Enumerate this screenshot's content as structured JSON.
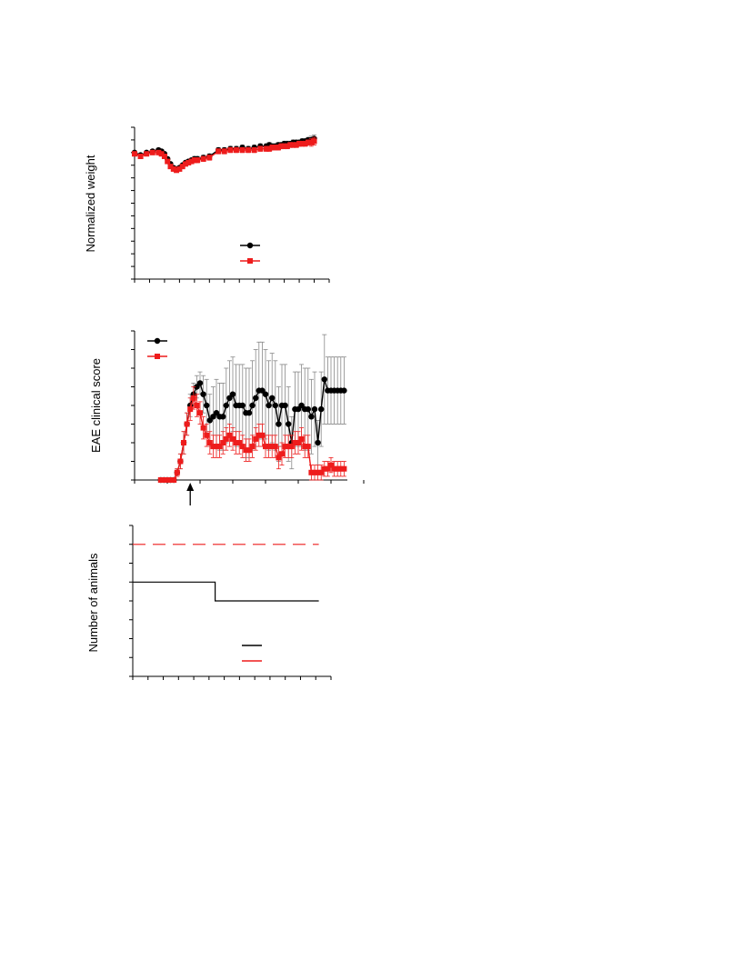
{
  "colors": {
    "black": "#000000",
    "red": "#ee1c1c",
    "err_grey": "#888888",
    "err_red": "#ee1c1c"
  },
  "chart_data": [
    {
      "type": "line",
      "ylabel": "Normalized weight",
      "xlim": [
        0,
        65
      ],
      "ylim": [
        0,
        1.2
      ],
      "x_tick_step": 5,
      "y_tick_step": 0.1,
      "error_bars": true,
      "legend": "lower-center",
      "series": [
        {
          "marker": "circle",
          "color": "#000000",
          "x": [
            0,
            2,
            4,
            6,
            8,
            9,
            10,
            11,
            12,
            13,
            14,
            15,
            16,
            17,
            18,
            19,
            20,
            21,
            23,
            25,
            28,
            30,
            32,
            34,
            36,
            38,
            40,
            42,
            44,
            45,
            46,
            47,
            48,
            49,
            50,
            51,
            52,
            53,
            54,
            55,
            56,
            57,
            58,
            59,
            60
          ],
          "y": [
            1.0,
            0.98,
            1.0,
            1.01,
            1.02,
            1.01,
            0.99,
            0.95,
            0.91,
            0.88,
            0.87,
            0.88,
            0.9,
            0.92,
            0.93,
            0.94,
            0.95,
            0.95,
            0.96,
            0.97,
            1.02,
            1.02,
            1.03,
            1.03,
            1.04,
            1.03,
            1.04,
            1.05,
            1.05,
            1.06,
            1.05,
            1.05,
            1.06,
            1.06,
            1.07,
            1.07,
            1.07,
            1.08,
            1.08,
            1.08,
            1.09,
            1.09,
            1.1,
            1.1,
            1.11
          ],
          "err": [
            0.01,
            0.01,
            0.01,
            0.01,
            0.01,
            0.01,
            0.01,
            0.01,
            0.01,
            0.01,
            0.01,
            0.01,
            0.01,
            0.01,
            0.01,
            0.01,
            0.02,
            0.02,
            0.02,
            0.02,
            0.02,
            0.02,
            0.02,
            0.02,
            0.02,
            0.02,
            0.02,
            0.02,
            0.02,
            0.02,
            0.02,
            0.02,
            0.02,
            0.02,
            0.02,
            0.02,
            0.02,
            0.02,
            0.02,
            0.02,
            0.02,
            0.02,
            0.02,
            0.03,
            0.03
          ]
        },
        {
          "marker": "square",
          "color": "#ee1c1c",
          "x": [
            0,
            2,
            4,
            6,
            8,
            9,
            10,
            11,
            12,
            13,
            14,
            15,
            16,
            17,
            18,
            19,
            20,
            21,
            23,
            25,
            28,
            30,
            32,
            34,
            36,
            38,
            40,
            42,
            44,
            45,
            46,
            47,
            48,
            49,
            50,
            51,
            52,
            53,
            54,
            55,
            56,
            57,
            58,
            59,
            60
          ],
          "y": [
            0.99,
            0.97,
            0.99,
            1.0,
            1.0,
            0.99,
            0.97,
            0.93,
            0.89,
            0.87,
            0.86,
            0.87,
            0.89,
            0.91,
            0.92,
            0.93,
            0.94,
            0.94,
            0.95,
            0.96,
            1.01,
            1.01,
            1.02,
            1.02,
            1.02,
            1.02,
            1.02,
            1.03,
            1.03,
            1.03,
            1.04,
            1.04,
            1.04,
            1.05,
            1.05,
            1.05,
            1.06,
            1.06,
            1.06,
            1.07,
            1.07,
            1.07,
            1.08,
            1.08,
            1.09
          ],
          "err": [
            0.01,
            0.01,
            0.01,
            0.01,
            0.01,
            0.01,
            0.01,
            0.01,
            0.01,
            0.01,
            0.01,
            0.01,
            0.01,
            0.01,
            0.01,
            0.01,
            0.02,
            0.02,
            0.02,
            0.02,
            0.02,
            0.02,
            0.02,
            0.02,
            0.02,
            0.02,
            0.02,
            0.02,
            0.02,
            0.02,
            0.02,
            0.02,
            0.02,
            0.02,
            0.02,
            0.02,
            0.02,
            0.02,
            0.02,
            0.02,
            0.02,
            0.02,
            0.02,
            0.03,
            0.03
          ]
        }
      ]
    },
    {
      "type": "line",
      "ylabel": "EAE clinical score",
      "xlim": [
        0,
        65
      ],
      "ylim": [
        0,
        4
      ],
      "x_tick_step": 10,
      "y_tick_step": 0.5,
      "error_bars": true,
      "legend": "top-left",
      "annotation": {
        "type": "arrow-up",
        "x": 17
      },
      "series": [
        {
          "marker": "circle",
          "color": "#000000",
          "x": [
            8,
            9,
            10,
            11,
            12,
            13,
            14,
            15,
            16,
            17,
            18,
            19,
            20,
            21,
            22,
            23,
            24,
            25,
            26,
            27,
            28,
            29,
            30,
            31,
            32,
            33,
            34,
            35,
            36,
            37,
            38,
            39,
            40,
            41,
            42,
            43,
            44,
            45,
            46,
            47,
            48,
            49,
            50,
            51,
            52,
            53,
            54,
            55,
            56,
            57,
            58,
            59,
            60,
            61,
            62,
            63,
            64
          ],
          "y": [
            0,
            0,
            0,
            0,
            0,
            0.2,
            0.5,
            1.0,
            1.5,
            2.0,
            2.3,
            2.5,
            2.6,
            2.3,
            2.0,
            1.6,
            1.7,
            1.8,
            1.7,
            1.7,
            2.0,
            2.2,
            2.3,
            2.0,
            2.0,
            2.0,
            1.8,
            1.8,
            2.0,
            2.2,
            2.4,
            2.4,
            2.3,
            2.0,
            2.2,
            2.0,
            1.5,
            2.0,
            2.0,
            1.5,
            1.0,
            1.9,
            1.9,
            2.0,
            1.9,
            1.9,
            1.7,
            1.9,
            1.0,
            1.9,
            2.7,
            2.4,
            2.4,
            2.4,
            2.4,
            2.4,
            2.4
          ],
          "err": [
            0,
            0,
            0,
            0,
            0,
            0.1,
            0.2,
            0.3,
            0.3,
            0.3,
            0.3,
            0.3,
            0.3,
            0.5,
            0.7,
            0.7,
            0.8,
            0.9,
            0.9,
            0.9,
            1.0,
            1.0,
            1.0,
            1.1,
            1.1,
            1.1,
            1.2,
            1.2,
            1.2,
            1.3,
            1.3,
            1.3,
            1.2,
            1.2,
            1.2,
            1.2,
            1.0,
            1.1,
            1.1,
            1.0,
            0.7,
            1.0,
            1.0,
            1.1,
            1.1,
            1.1,
            1.0,
            1.0,
            0.6,
            1.0,
            1.2,
            0.9,
            0.9,
            0.9,
            0.9,
            0.9,
            0.9
          ]
        },
        {
          "marker": "square",
          "color": "#ee1c1c",
          "x": [
            8,
            9,
            10,
            11,
            12,
            13,
            14,
            15,
            16,
            17,
            18,
            19,
            20,
            21,
            22,
            23,
            24,
            25,
            26,
            27,
            28,
            29,
            30,
            31,
            32,
            33,
            34,
            35,
            36,
            37,
            38,
            39,
            40,
            41,
            42,
            43,
            44,
            45,
            46,
            47,
            48,
            49,
            50,
            51,
            52,
            53,
            54,
            55,
            56,
            57,
            58,
            59,
            60,
            61,
            62,
            63,
            64
          ],
          "y": [
            0,
            0,
            0,
            0,
            0,
            0.2,
            0.5,
            1.0,
            1.5,
            1.9,
            2.2,
            2.0,
            1.8,
            1.4,
            1.2,
            1.0,
            0.9,
            0.9,
            0.9,
            1.0,
            1.1,
            1.2,
            1.1,
            1.0,
            1.0,
            0.9,
            0.8,
            0.8,
            0.9,
            1.1,
            1.2,
            1.2,
            0.9,
            0.9,
            0.9,
            0.9,
            0.6,
            0.7,
            0.9,
            0.9,
            0.9,
            1.0,
            1.0,
            1.1,
            0.9,
            0.9,
            0.2,
            0.2,
            0.2,
            0.2,
            0.3,
            0.3,
            0.4,
            0.3,
            0.3,
            0.3,
            0.3
          ],
          "err": [
            0,
            0,
            0,
            0,
            0,
            0.1,
            0.2,
            0.3,
            0.3,
            0.3,
            0.3,
            0.3,
            0.3,
            0.3,
            0.3,
            0.3,
            0.3,
            0.3,
            0.3,
            0.3,
            0.3,
            0.3,
            0.3,
            0.3,
            0.3,
            0.3,
            0.3,
            0.3,
            0.3,
            0.3,
            0.3,
            0.3,
            0.3,
            0.3,
            0.3,
            0.3,
            0.3,
            0.3,
            0.3,
            0.3,
            0.3,
            0.3,
            0.3,
            0.3,
            0.3,
            0.3,
            0.2,
            0.2,
            0.2,
            0.2,
            0.2,
            0.2,
            0.2,
            0.2,
            0.2,
            0.2,
            0.2
          ]
        }
      ]
    },
    {
      "type": "line",
      "ylabel": "Number of animals",
      "xlim": [
        0,
        65
      ],
      "ylim": [
        0,
        8
      ],
      "x_tick_step": 5,
      "y_tick_step": 1,
      "legend": "lower-center",
      "series": [
        {
          "style": "solid",
          "color": "#000000",
          "x": [
            0,
            27,
            27,
            61
          ],
          "y": [
            5,
            5,
            4,
            4
          ]
        },
        {
          "style": "dashed",
          "color": "#ee1c1c",
          "x": [
            0,
            61
          ],
          "y": [
            7,
            7
          ]
        }
      ]
    }
  ]
}
